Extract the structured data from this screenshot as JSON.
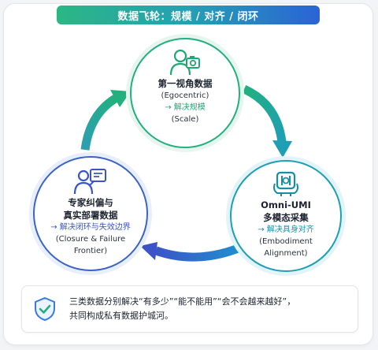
{
  "title": "数据飞轮：规模 / 对齐 / 闭环",
  "nodes": {
    "top": {
      "title": "第一视角数据",
      "subtitle": "(Egocentric)",
      "result": "→ 解决规模",
      "result_detail": "(Scale)",
      "icon": "person-camera-icon",
      "color": "#22b07e"
    },
    "right": {
      "title_line1": "Omni-UMI",
      "title_line2": "多模态采集",
      "result": "→ 解决具身对齐",
      "result_detail_line1": "(Embodiment",
      "result_detail_line2": "Alignment)",
      "icon": "gripper-sensor-icon",
      "color": "#1e9fb5"
    },
    "left": {
      "title_line1": "专家纠偏与",
      "title_line2": "真实部署数据",
      "result": "→ 解决闭环与失效边界",
      "result_detail_line1": "(Closure & Failure",
      "result_detail_line2": "Frontier)",
      "icon": "expert-screen-icon",
      "color": "#3b63c8"
    }
  },
  "summary": {
    "line1": "三类数据分别解决“有多少”“能不能用”“会不会越来越好”，",
    "line2": "共同构成私有数据护城河。",
    "icon": "shield-check-icon"
  }
}
